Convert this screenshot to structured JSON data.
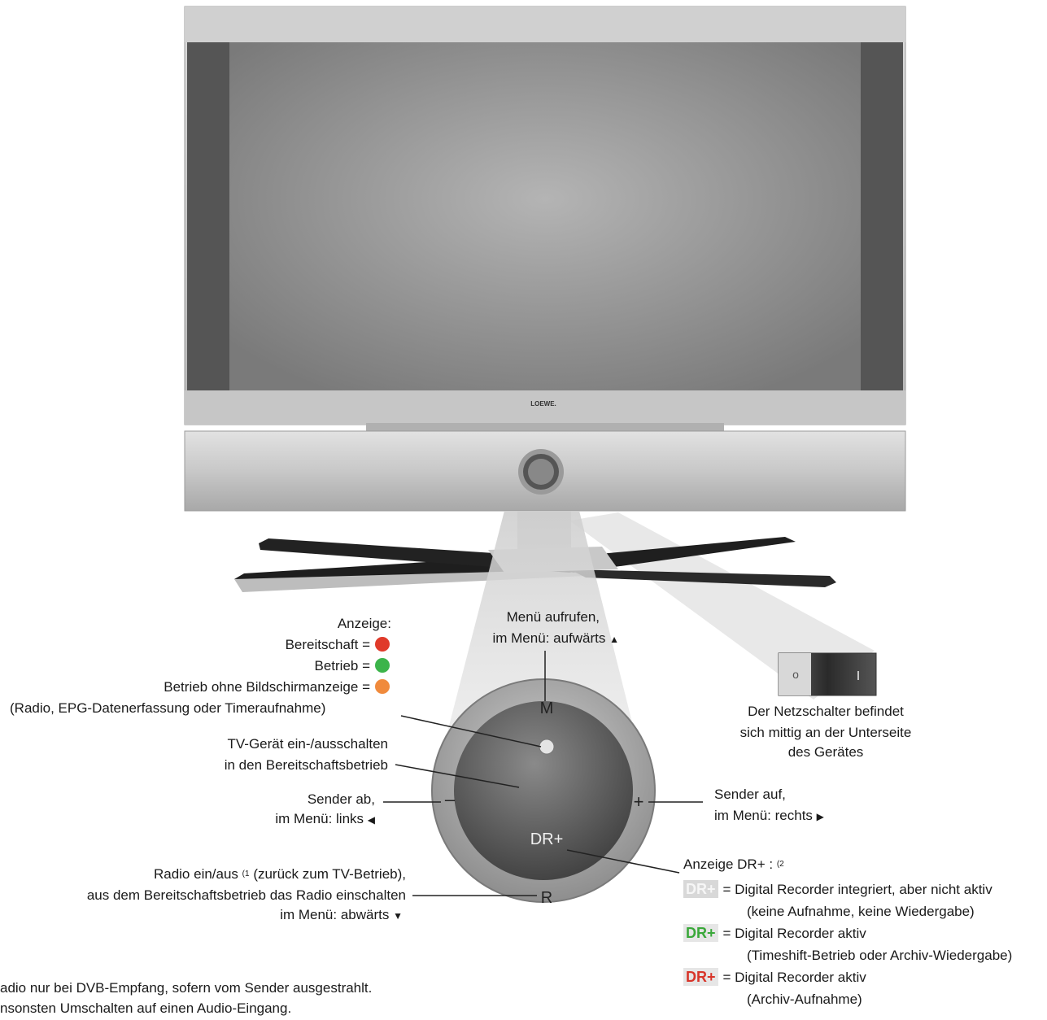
{
  "brand": "LOEWE.",
  "remote_keys": {
    "m": "M",
    "plus": "+",
    "minus": "–",
    "r": "R",
    "dr": "DR+"
  },
  "switch": {
    "off_symbol": "o",
    "on_symbol": "I"
  },
  "colors": {
    "red": "#e03a2a",
    "green": "#3cb44a",
    "orange": "#f08a3c",
    "dr_grey": "#d8d8d8",
    "dr_green": "#3aa83a",
    "dr_red": "#d8352a"
  },
  "labels": {
    "anzeige_title": "Anzeige:",
    "bereitschaft": "Bereitschaft =",
    "betrieb": "Betrieb =",
    "betrieb_ohne": "Betrieb ohne Bildschirmanzeige =",
    "betrieb_ohne_detail": "(Radio, EPG-Datenerfassung oder Timeraufnahme)",
    "menu_line1": "Menü aufrufen,",
    "menu_line2": "im Menü: aufwärts",
    "tv_line1": "TV-Gerät ein-/ausschalten",
    "tv_line2": "in den Bereitschaftsbetrieb",
    "sender_ab_line1": "Sender ab,",
    "sender_ab_line2": "im Menü: links",
    "sender_auf_line1": "Sender auf,",
    "sender_auf_line2": "im Menü: rechts",
    "netz_line1": "Der Netzschalter befindet",
    "netz_line2": "sich mittig an der Unterseite",
    "netz_line3": "des Gerätes",
    "radio_line1a": "Radio ein/aus",
    "radio_ref": "(1",
    "radio_line1b": "(zurück zum TV-Betrieb),",
    "radio_line2": "aus dem Bereitschaftsbetrieb das Radio einschalten",
    "radio_line3": "im Menü: abwärts",
    "dr_title": "Anzeige DR+ :",
    "dr_ref": "(2",
    "dr1_badge": "DR+",
    "dr1_text": "= Digital Recorder integriert, aber nicht aktiv",
    "dr1_detail": "(keine Aufnahme, keine Wiedergabe)",
    "dr2_badge": "DR+",
    "dr2_text": "= Digital Recorder aktiv",
    "dr2_detail": "(Timeshift-Betrieb oder Archiv-Wiedergabe)",
    "dr3_badge": "DR+",
    "dr3_text": "= Digital Recorder aktiv",
    "dr3_detail": "(Archiv-Aufnahme)",
    "foot1": "adio nur bei DVB-Empfang, sofern vom Sender ausgestrahlt.",
    "foot2": "nsonsten Umschalten auf einen Audio-Eingang."
  },
  "icons": {
    "up": "triangle-up-icon",
    "down": "triangle-down-icon",
    "left": "triangle-left-icon",
    "right": "triangle-right-icon"
  }
}
